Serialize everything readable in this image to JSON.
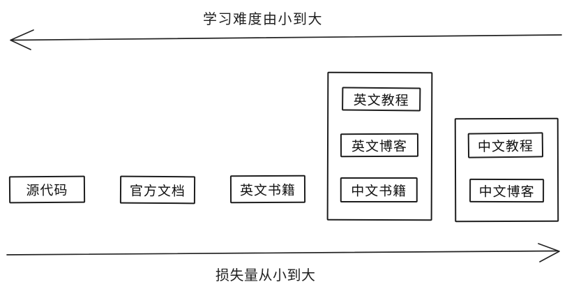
{
  "page": {
    "background_color": "#ffffff",
    "stroke_color": "#1d1d1d"
  },
  "top_arrow": {
    "label": "学习难度由小到大",
    "direction": "left"
  },
  "bottom_arrow": {
    "label": "损失量从小到大",
    "direction": "right"
  },
  "boxes": [
    {
      "label": "源代码"
    },
    {
      "label": "官方文档"
    },
    {
      "label": "英文书籍"
    }
  ],
  "groups": [
    {
      "items": [
        {
          "label": "英文教程"
        },
        {
          "label": "英文博客"
        },
        {
          "label": "中文书籍"
        }
      ]
    },
    {
      "items": [
        {
          "label": "中文教程"
        },
        {
          "label": "中文博客"
        }
      ]
    }
  ]
}
